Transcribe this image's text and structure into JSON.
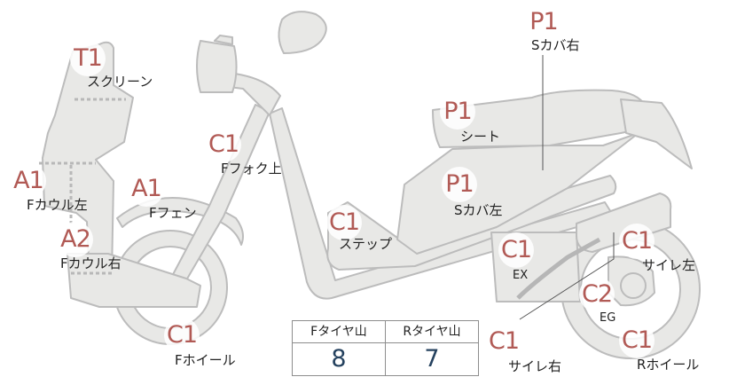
{
  "diagram": {
    "parts": [
      {
        "key": "screen",
        "code": "T1",
        "label": "スクリーン"
      },
      {
        "key": "fcowl_left",
        "code": "A1",
        "label": "Fカウル左"
      },
      {
        "key": "fcowl_right",
        "code": "A2",
        "label": "Fカウル右"
      },
      {
        "key": "ffender",
        "code": "A1",
        "label": "Fフェン"
      },
      {
        "key": "ffork_upper",
        "code": "C1",
        "label": "Fフォク上"
      },
      {
        "key": "step",
        "code": "C1",
        "label": "ステップ"
      },
      {
        "key": "seat",
        "code": "P1",
        "label": "シート"
      },
      {
        "key": "scover_right",
        "code": "P1",
        "label": "Sカバ右"
      },
      {
        "key": "scover_left",
        "code": "P1",
        "label": "Sカバ左"
      },
      {
        "key": "ex",
        "code": "C1",
        "label": "EX"
      },
      {
        "key": "muffler_left",
        "code": "C1",
        "label": "サイレ左"
      },
      {
        "key": "eg",
        "code": "C2",
        "label": "EG"
      },
      {
        "key": "muffler_right",
        "code": "C1",
        "label": "サイレ右"
      },
      {
        "key": "rwheel",
        "code": "C1",
        "label": "Rホイール"
      },
      {
        "key": "fwheel",
        "code": "C1",
        "label": "Fホイール"
      }
    ]
  },
  "tire_table": {
    "front_header": "Fタイヤ山",
    "rear_header": "Rタイヤ山",
    "front_value": "8",
    "rear_value": "7"
  },
  "colors": {
    "part_fill": "#e8e8e6",
    "part_stroke": "#bcbcbc",
    "badge_text": "#b15a55",
    "value_text": "#25425f"
  }
}
